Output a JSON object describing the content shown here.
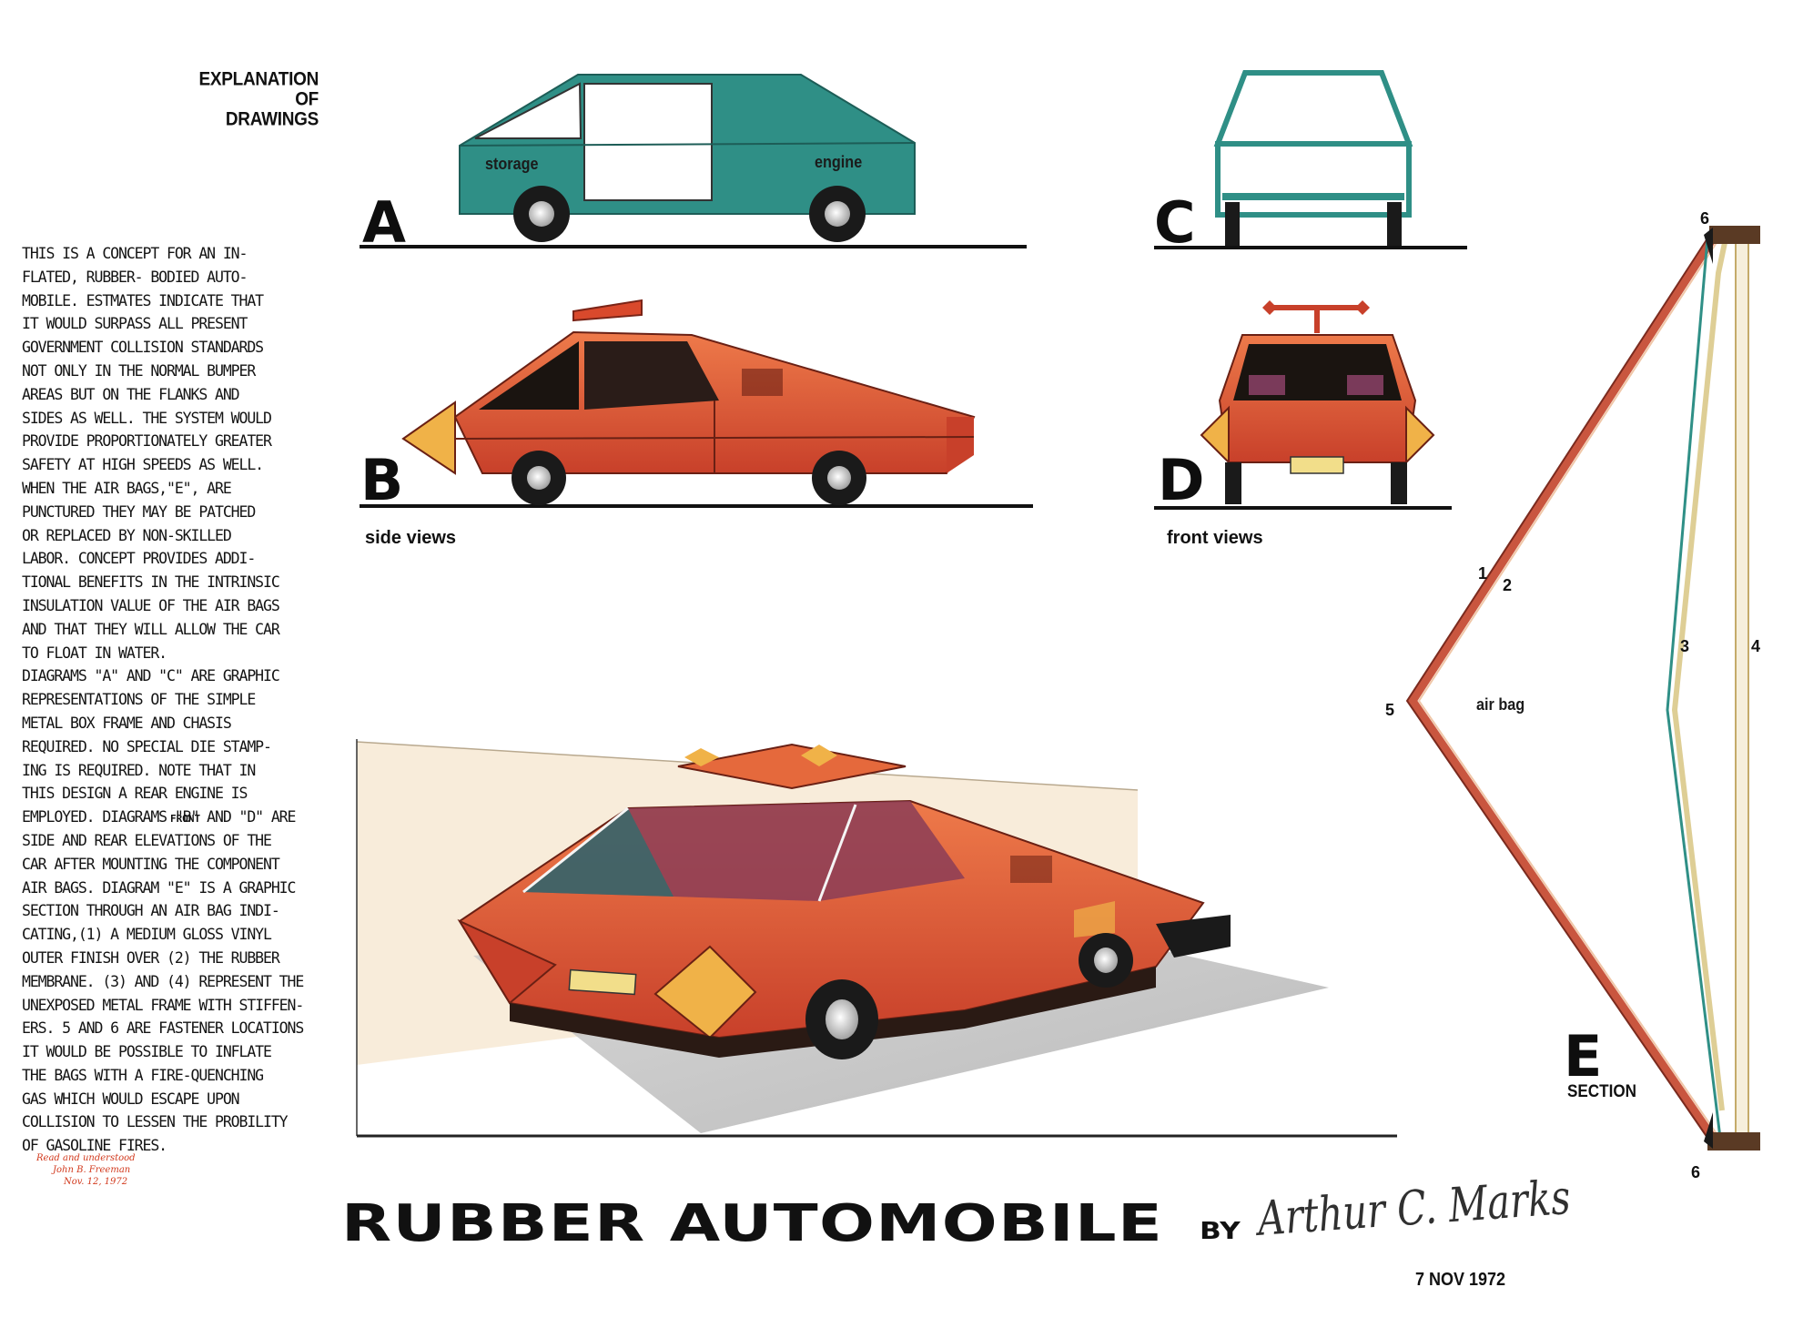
{
  "heading": [
    "EXPLANATION",
    "OF",
    "DRAWINGS"
  ],
  "body_lines": [
    "THIS IS A CONCEPT FOR AN IN-",
    "FLATED, RUBBER- BODIED AUTO-",
    "MOBILE. ESTMATES INDICATE THAT",
    "IT WOULD SURPASS ALL PRESENT",
    "GOVERNMENT COLLISION STANDARDS",
    "NOT ONLY IN THE NORMAL BUMPER",
    "AREAS BUT ON THE FLANKS AND",
    "SIDES AS WELL. THE SYSTEM WOULD",
    "PROVIDE PROPORTIONATELY GREATER",
    "SAFETY AT HIGH SPEEDS AS WELL.",
    "WHEN THE AIR BAGS,\"E\", ARE",
    "PUNCTURED THEY MAY BE PATCHED",
    "OR REPLACED BY NON-SKILLED",
    "LABOR. CONCEPT PROVIDES ADDI-",
    "TIONAL BENEFITS IN THE INTRINSIC",
    "INSULATION VALUE OF THE AIR BAGS",
    "AND THAT THEY WILL ALLOW THE CAR",
    "TO FLOAT IN WATER.",
    "DIAGRAMS \"A\" AND \"C\" ARE GRAPHIC",
    "REPRESENTATIONS OF THE SIMPLE",
    "METAL BOX FRAME AND CHASIS",
    "REQUIRED. NO SPECIAL DIE STAMP-",
    "ING IS REQUIRED. NOTE THAT IN",
    "THIS DESIGN A REAR ENGINE IS",
    "EMPLOYED. DIAGRAMS \"B\" AND \"D\" ARE",
    "SIDE AND REAR ELEVATIONS OF THE",
    "CAR AFTER MOUNTING THE COMPONENT",
    "AIR BAGS. DIAGRAM \"E\" IS A GRAPHIC",
    "SECTION THROUGH AN AIR BAG INDI-",
    "CATING,(1) A MEDIUM GLOSS VINYL",
    "OUTER FINISH OVER (2) THE RUBBER",
    "MEMBRANE. (3) AND (4) REPRESENT THE",
    "UNEXPOSED METAL FRAME WITH STIFFEN-",
    "ERS. 5 AND 6 ARE FASTENER LOCATIONS",
    "IT WOULD BE POSSIBLE TO INFLATE",
    "THE BAGS WITH A FIRE-QUENCHING",
    "GAS WHICH WOULD ESCAPE UPON",
    "COLLISION TO LESSEN THE PROBILITY",
    "OF GASOLINE FIRES."
  ],
  "correction_word": "FRONT",
  "note_lines": [
    "Read and understood",
    "John B. Freeman",
    "Nov. 12, 1972"
  ],
  "labels": {
    "A": "A",
    "B": "B",
    "C": "C",
    "D": "D",
    "E": "E",
    "section": "SECTION",
    "side_views": "side views",
    "front_views": "front views",
    "storage": "storage",
    "engine": "engine",
    "air_bag": "air bag"
  },
  "section_numbers": {
    "n1": "1",
    "n2": "2",
    "n3": "3",
    "n4": "4",
    "n5": "5",
    "n6_top": "6",
    "n6_bottom": "6"
  },
  "title": "RUBBER AUTOMOBILE",
  "by": "BY",
  "signature": "Arthur C. Marks",
  "date": "7 NOV 1972",
  "colors": {
    "teal": "#2f8f86",
    "car_red": "#d9492c",
    "car_orange": "#e5693c",
    "lamp_yellow": "#f0b248",
    "ink": "#111111",
    "airbag_outer": "#c9563f",
    "frame_teal": "#3e9a8a"
  }
}
